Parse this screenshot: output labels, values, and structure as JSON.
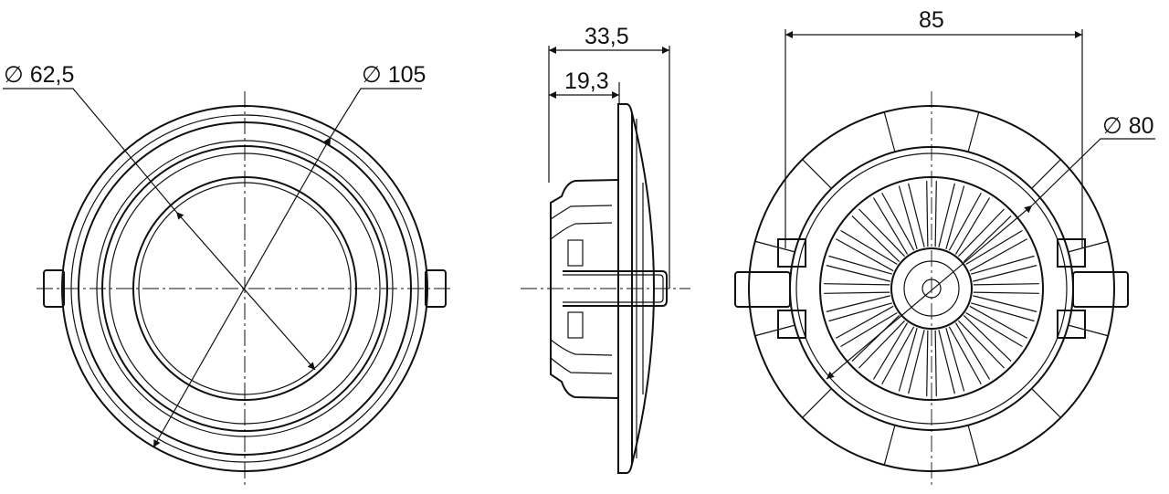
{
  "title": "Recessed downlight dimension drawing",
  "front_view": {
    "dim_inner": "∅ 62,5",
    "dim_outer": "∅ 105"
  },
  "side_view": {
    "dim_total_depth": "33,5",
    "dim_body_depth": "19,3"
  },
  "rear_view": {
    "dim_width": "85",
    "dim_body": "∅ 80"
  },
  "colors": {
    "line": "#111111",
    "background": "#ffffff"
  }
}
